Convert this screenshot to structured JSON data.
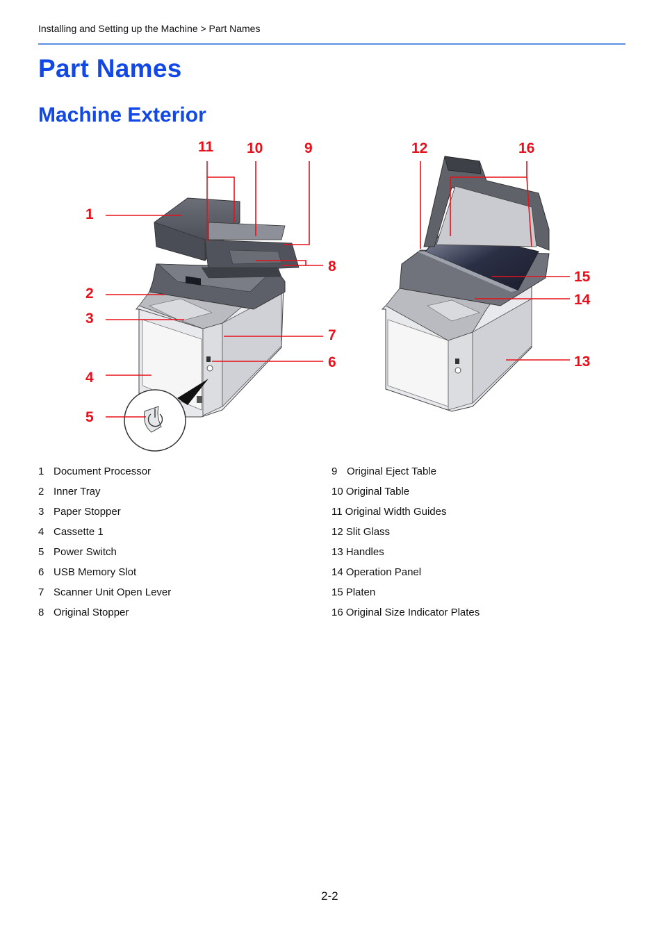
{
  "breadcrumb": "Installing and Setting up the Machine > Part Names",
  "title": "Part Names",
  "subtitle": "Machine Exterior",
  "callout_color": "#e8101a",
  "heading_color": "#1248e6",
  "callouts": {
    "c1": "1",
    "c2": "2",
    "c3": "3",
    "c4": "4",
    "c5": "5",
    "c6": "6",
    "c7": "7",
    "c8": "8",
    "c9": "9",
    "c10": "10",
    "c11": "11",
    "c12": "12",
    "c13": "13",
    "c14": "14",
    "c15": "15",
    "c16": "16"
  },
  "legend_left": [
    {
      "num": "1",
      "label": "Document Processor"
    },
    {
      "num": "2",
      "label": "Inner Tray"
    },
    {
      "num": "3",
      "label": "Paper Stopper"
    },
    {
      "num": "4",
      "label": "Cassette 1"
    },
    {
      "num": "5",
      "label": "Power Switch"
    },
    {
      "num": "6",
      "label": "USB Memory Slot"
    },
    {
      "num": "7",
      "label": "Scanner Unit Open Lever"
    },
    {
      "num": "8",
      "label": "Original Stopper"
    }
  ],
  "legend_right": [
    {
      "num": "9",
      "label": "Original Eject Table"
    },
    {
      "num": "10",
      "label": "Original Table"
    },
    {
      "num": "11",
      "label": "Original Width Guides"
    },
    {
      "num": "12",
      "label": "Slit Glass"
    },
    {
      "num": "13",
      "label": "Handles"
    },
    {
      "num": "14",
      "label": "Operation Panel"
    },
    {
      "num": "15",
      "label": "Platen"
    },
    {
      "num": "16",
      "label": "Original Size Indicator Plates"
    }
  ],
  "page_number": "2-2"
}
